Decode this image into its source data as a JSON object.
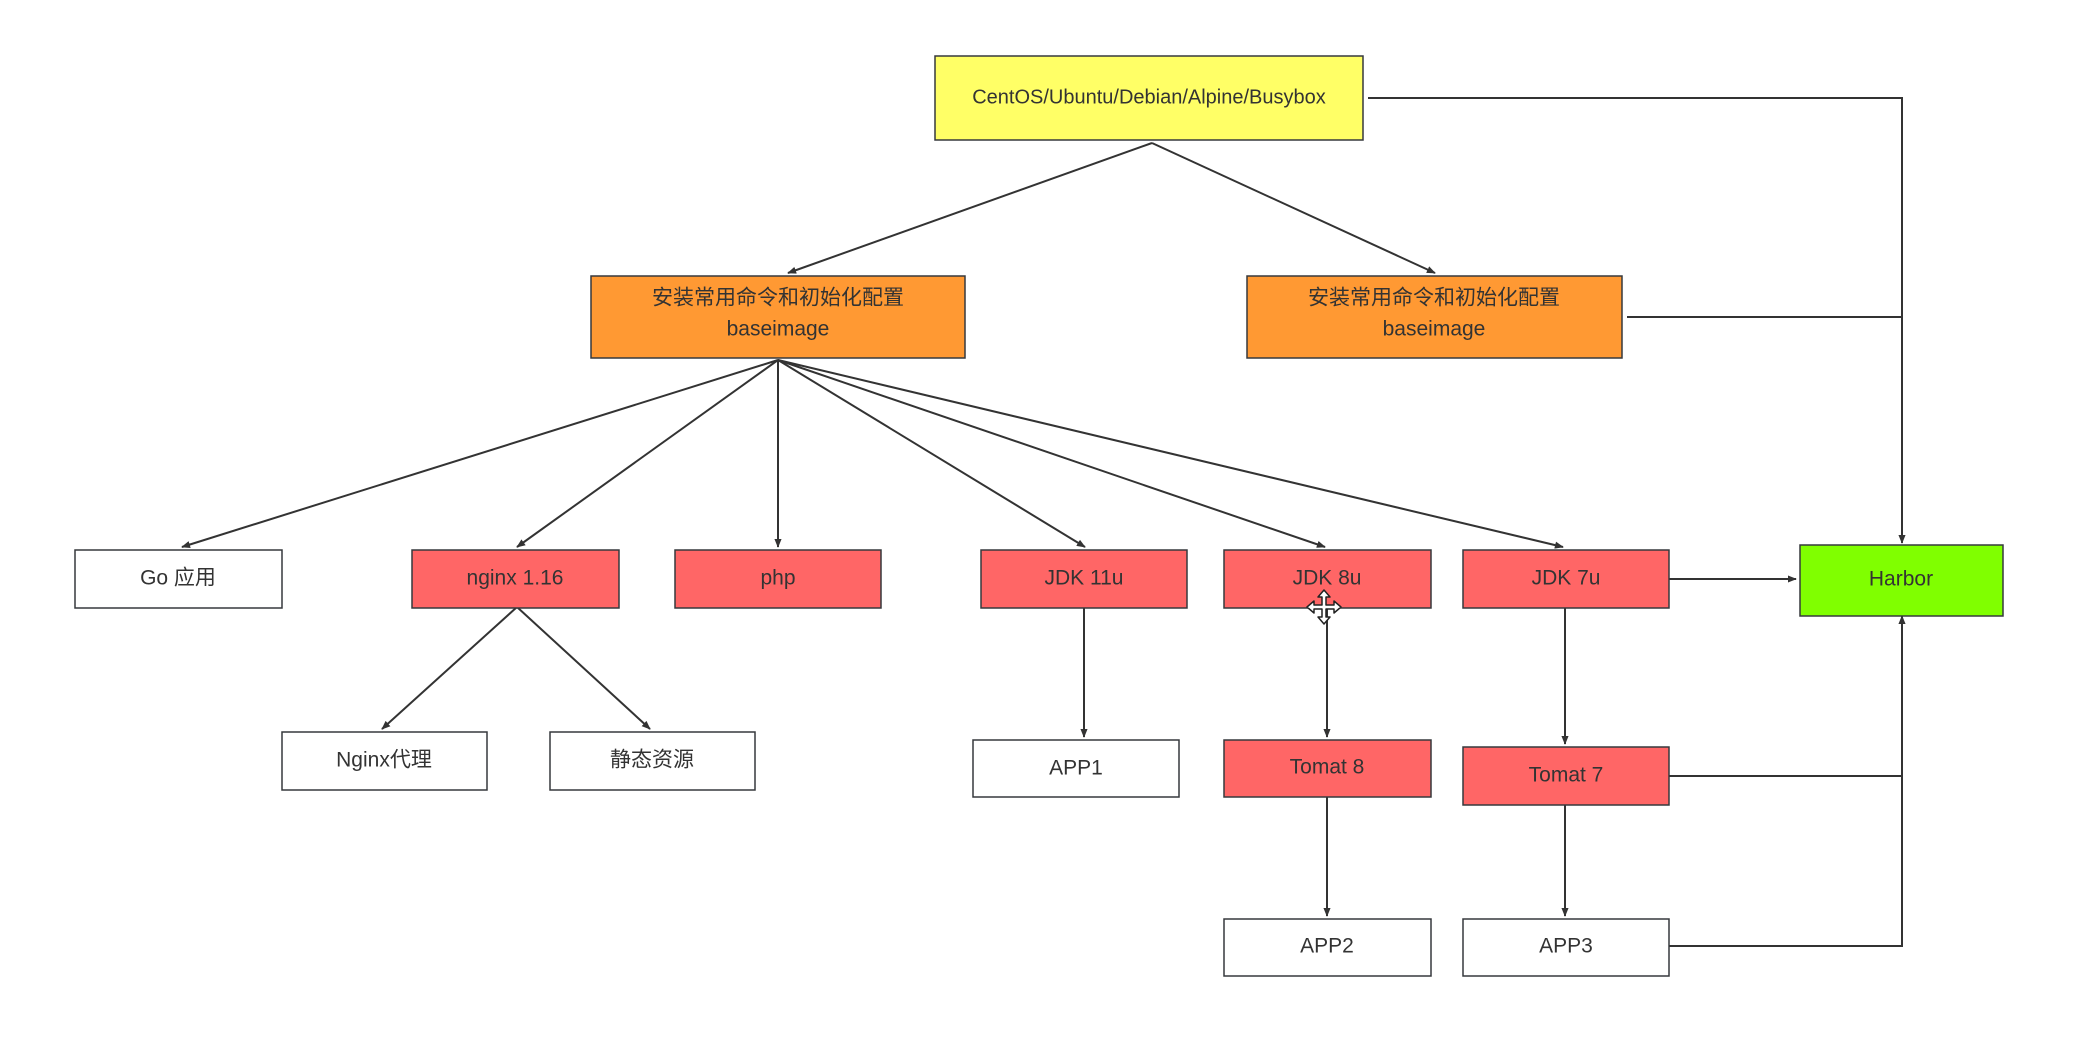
{
  "diagram": {
    "colors": {
      "os": "#ffff66",
      "base": "#ff9933",
      "runtime": "#ff6666",
      "harbor": "#80ff00",
      "plain": "#ffffff",
      "stroke": "#36393d",
      "edge": "#333333"
    },
    "nodes": {
      "os": {
        "label": "CentOS/Ubuntu/Debian/Alpine/Busybox"
      },
      "base_left": {
        "line1": "安装常用命令和初始化配置",
        "line2": "baseimage"
      },
      "base_right": {
        "line1": "安装常用命令和初始化配置",
        "line2": "baseimage"
      },
      "go": {
        "label": "Go 应用"
      },
      "nginx": {
        "label": "nginx 1.16"
      },
      "php": {
        "label": "php"
      },
      "jdk11": {
        "label": "JDK 11u"
      },
      "jdk8": {
        "label": "JDK 8u"
      },
      "jdk7": {
        "label": "JDK 7u"
      },
      "harbor": {
        "label": "Harbor"
      },
      "nginx_proxy": {
        "label": "Nginx代理"
      },
      "static": {
        "label": "静态资源"
      },
      "app1": {
        "label": "APP1"
      },
      "tomcat8": {
        "label": "Tomat 8"
      },
      "tomcat7": {
        "label": "Tomat 7"
      },
      "app2": {
        "label": "APP2"
      },
      "app3": {
        "label": "APP3"
      }
    }
  }
}
